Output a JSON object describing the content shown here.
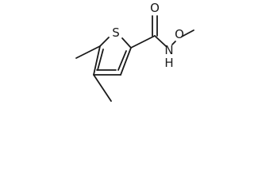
{
  "molecule": {
    "atoms": {
      "sulfur": "S",
      "oxygen_carbonyl": "O",
      "nitrogen": "N",
      "hydrogen_on_n": "H",
      "oxygen_methoxy": "O"
    }
  }
}
